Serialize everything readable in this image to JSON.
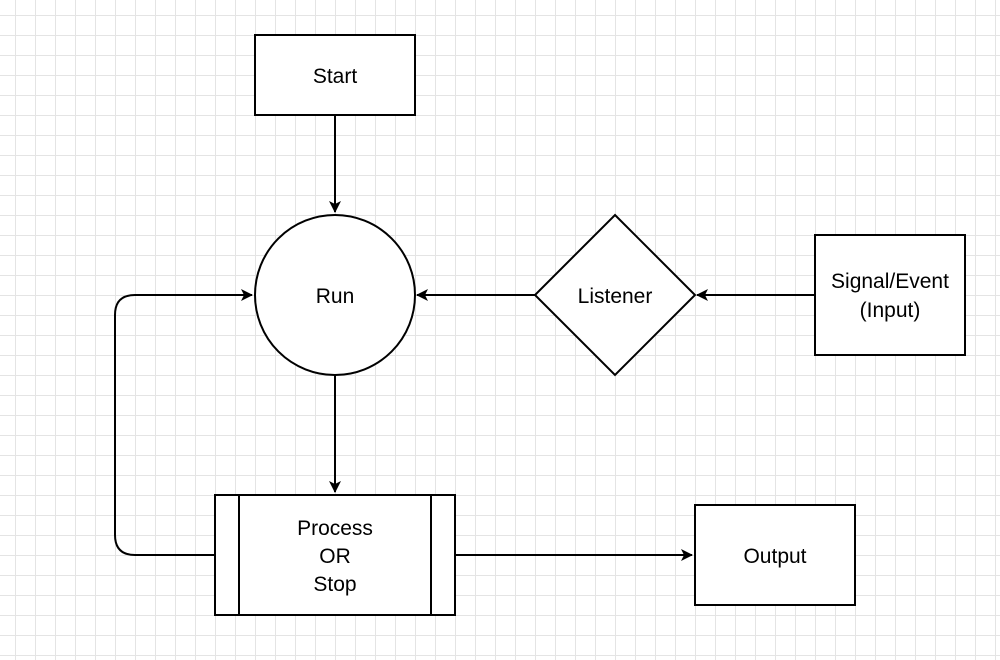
{
  "diagram": {
    "nodes": {
      "start": {
        "label": "Start"
      },
      "run": {
        "label": "Run"
      },
      "listener": {
        "label": "Listener"
      },
      "signal": {
        "line1": "Signal/Event",
        "line2": "(Input)"
      },
      "process": {
        "line1": "Process",
        "line2": "OR",
        "line3": "Stop"
      },
      "output": {
        "label": "Output"
      }
    },
    "edges": [
      {
        "from": "Start",
        "to": "Run"
      },
      {
        "from": "Signal/Event (Input)",
        "to": "Listener"
      },
      {
        "from": "Listener",
        "to": "Run"
      },
      {
        "from": "Run",
        "to": "Process OR Stop"
      },
      {
        "from": "Process OR Stop",
        "to": "Run"
      },
      {
        "from": "Process OR Stop",
        "to": "Output"
      }
    ]
  }
}
